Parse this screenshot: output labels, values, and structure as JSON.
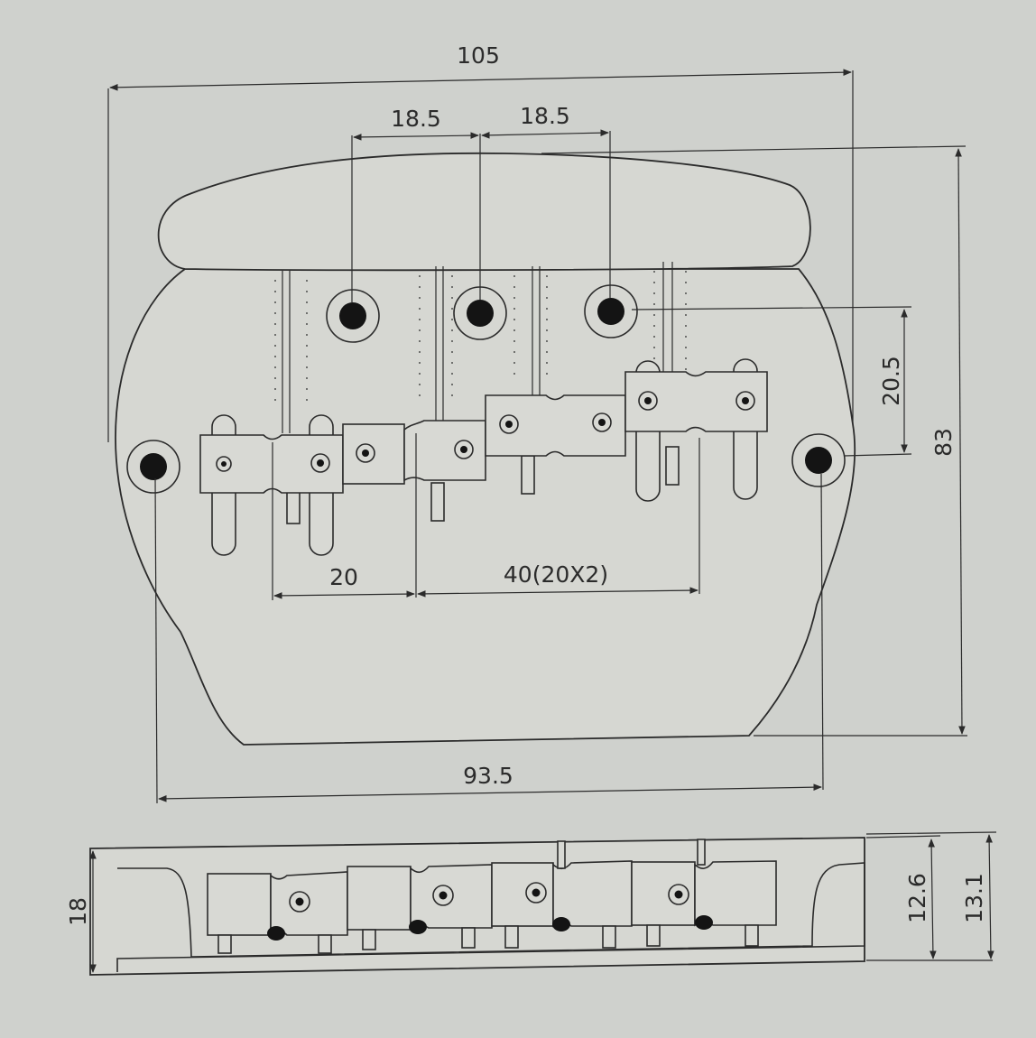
{
  "dimensions": {
    "overall_width": "105",
    "hole_spacing_left": "18.5",
    "hole_spacing_right": "18.5",
    "hole_offset": "20.5",
    "overall_height": "83",
    "mount_spacing": "93.5",
    "saddle_spacing": "20",
    "saddle_span": "40(20X2)",
    "side_height": "18",
    "side_height_a": "12.6",
    "side_height_b": "13.1"
  },
  "colors": {
    "background": "#cfd1cd",
    "line": "#2b2b2b",
    "hole": "#141414"
  }
}
